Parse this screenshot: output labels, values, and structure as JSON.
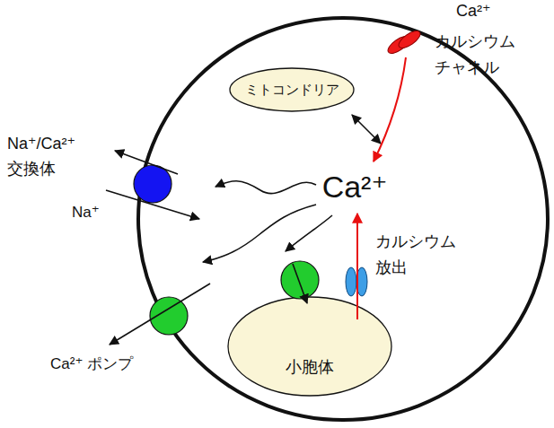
{
  "diagram": {
    "nodes": [
      {
        "text": [
          "Ca²⁺"
        ]
      },
      {
        "text": [
          "ミトコンドリア"
        ],
        "in": 0
      },
      {
        "text": [
          "小胞体"
        ],
        "in": 0
      },
      {
        "text": [
          "Na⁺/Ca²⁺ 交換体"
        ]
      },
      {
        "text": [
          "Ca²⁺ ポンプ"
        ]
      },
      {
        "text": [
          "Ca²⁺",
          "カルシウム チャネル"
        ]
      },
      {
        "text": [
          "カルシウム 放出"
        ]
      }
    ],
    "labels": [
      "Na⁺"
    ]
  }
}
